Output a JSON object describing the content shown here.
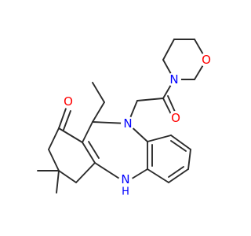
{
  "structure": {
    "atom_labels": {
      "carbonyl_oxygen_ketone": "O",
      "carbonyl_oxygen_amide": "O",
      "morpholine_oxygen": "O",
      "morpholine_nitrogen": "N",
      "diazepine_nitrogen": "N",
      "amine_nitrogen": "NH",
      "amine_h": "H"
    },
    "colors": {
      "oxygen": "#ff0000",
      "nitrogen": "#0000ff",
      "bond": "#2b2b2b",
      "background": "#ffffff"
    }
  }
}
